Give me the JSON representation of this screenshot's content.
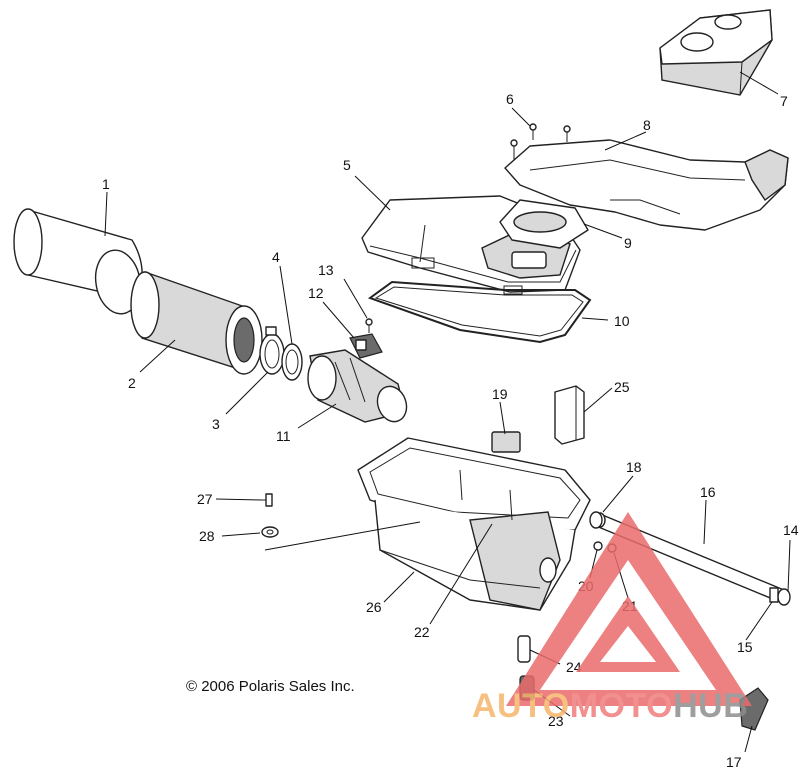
{
  "copyright": "© 2006 Polaris Sales Inc.",
  "watermark": {
    "segments": [
      "AUTO",
      "MOTO",
      "HUB"
    ],
    "colors": {
      "auto": "#f6b66a",
      "moto": "#f07c7c",
      "hub": "#8e8e8e",
      "triangle": "#ea6a6a"
    }
  },
  "callouts": [
    "1",
    "2",
    "3",
    "4",
    "5",
    "6",
    "7",
    "8",
    "9",
    "10",
    "11",
    "12",
    "13",
    "14",
    "15",
    "16",
    "17",
    "18",
    "19",
    "20",
    "21",
    "22",
    "23",
    "24",
    "25",
    "26",
    "27",
    "28"
  ]
}
